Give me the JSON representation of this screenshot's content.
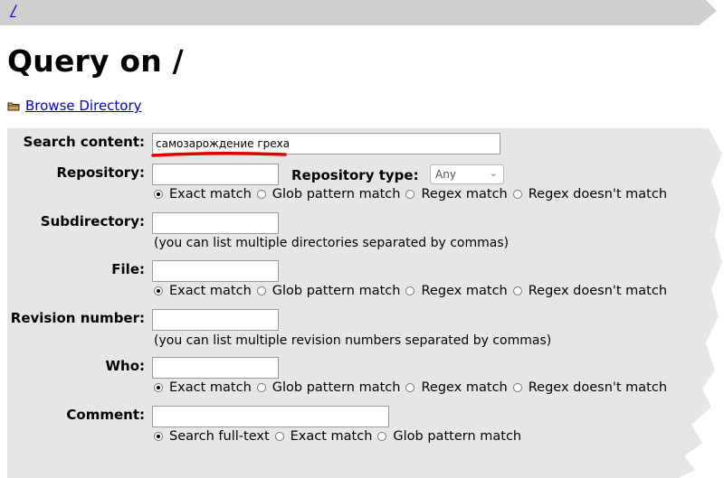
{
  "topbar": {
    "crumb": "/"
  },
  "page": {
    "title": "Query on /"
  },
  "browse": {
    "label": " Browse Directory"
  },
  "form": {
    "search_content": {
      "label": "Search content:",
      "value": "самозарождение греха"
    },
    "repository": {
      "label": "Repository:",
      "value": ""
    },
    "repository_type": {
      "label": "Repository type:",
      "selected": "Any"
    },
    "repo_match": [
      "Exact match",
      "Glob pattern match",
      "Regex match",
      "Regex doesn't match"
    ],
    "subdirectory": {
      "label": "Subdirectory:",
      "value": "",
      "note": "(you can list multiple directories separated by commas)"
    },
    "file": {
      "label": "File:",
      "value": ""
    },
    "file_match": [
      "Exact match",
      "Glob pattern match",
      "Regex match",
      "Regex doesn't match"
    ],
    "revision": {
      "label": "Revision number:",
      "value": "",
      "note": "(you can list multiple revision numbers separated by commas)"
    },
    "who": {
      "label": "Who:",
      "value": ""
    },
    "who_match": [
      "Exact match",
      "Glob pattern match",
      "Regex match",
      "Regex doesn't match"
    ],
    "comment": {
      "label": "Comment:",
      "value": ""
    },
    "comment_match": [
      "Search full-text",
      "Exact match",
      "Glob pattern match"
    ]
  },
  "icons": {
    "browse": "folder-icon",
    "select": "chevron-down-icon"
  },
  "colors": {
    "link": "#0000cc",
    "panel": "#e6e6e6",
    "annotation": "#e00000"
  }
}
